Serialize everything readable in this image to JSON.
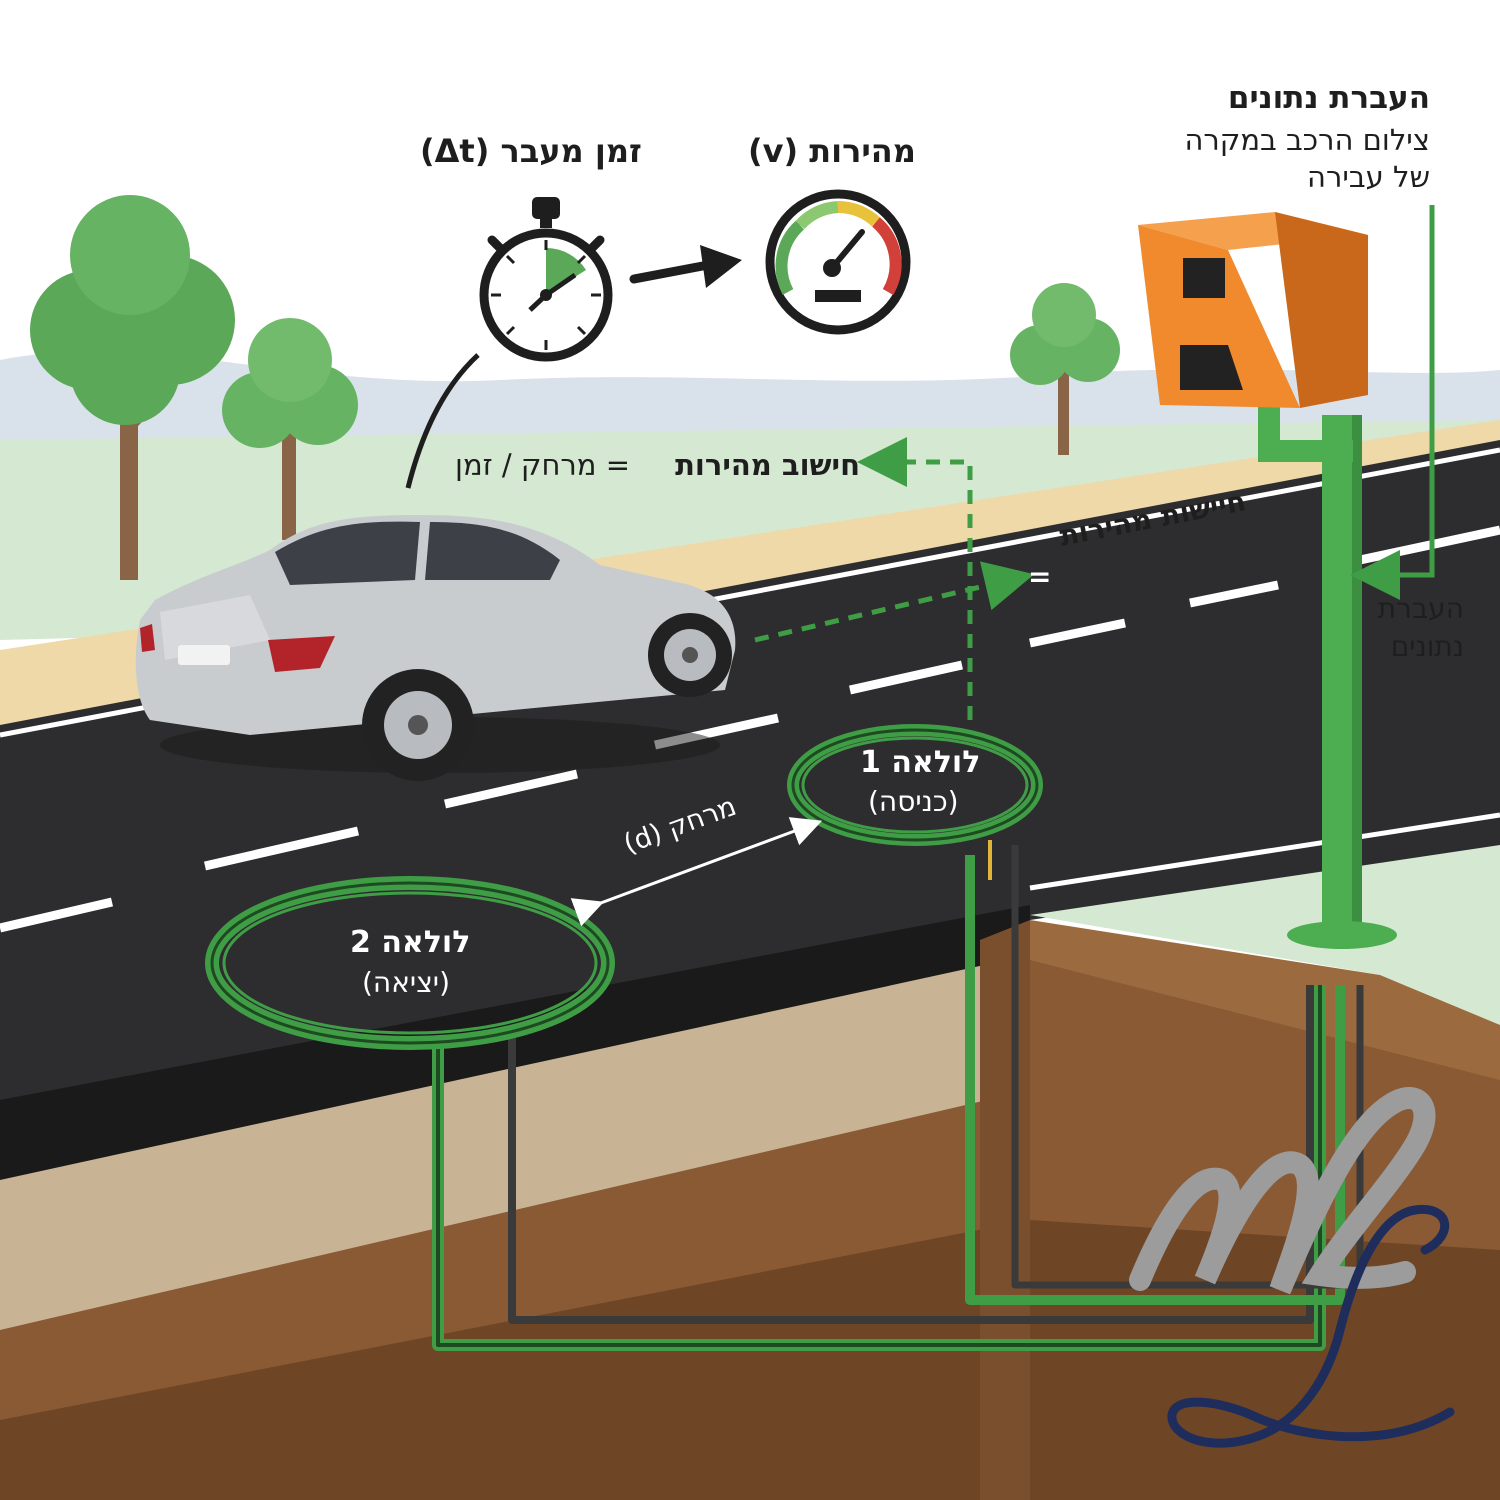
{
  "labels": {
    "time_label": "זמן מעבר (Δt)",
    "speed_label": "מהירות (v)",
    "data_title": "העברת נתונים",
    "data_desc_1": "צילום הרכב במקרה",
    "data_desc_2": "של עבירה",
    "formula_bold": "חישוב מהירות",
    "formula_rest": "= מרחק / זמן",
    "sensing_label": "חיישות מהירות",
    "sensing_eq": "=",
    "data_side_1": "העברת",
    "data_side_2": "נתונים",
    "loop1_title": "לולאה 1",
    "loop1_sub": "(כניסה)",
    "loop2_title": "לולאה 2",
    "loop2_sub": "(יציאה)",
    "distance_label": "מרחק (d)"
  },
  "colors": {
    "sky": "#ffffff",
    "hills": "#d9e2ea",
    "grass": "#d4e8d2",
    "shoulder": "#efd9a8",
    "asphalt": "#2d2d2f",
    "gravel": "#c8b494",
    "soil": "#8a5a35",
    "loop_green": "#3f9e45",
    "camera_orange": "#f08a2c",
    "pole_green": "#4cae50",
    "car_silver": "#c9cccf",
    "monogram_gray": "#9c9c9c",
    "monogram_navy": "#1f2d5c"
  },
  "icons": [
    "stopwatch-icon",
    "speedometer-icon",
    "arrow-right-icon",
    "speed-camera-icon",
    "car-icon",
    "tree-icon"
  ]
}
